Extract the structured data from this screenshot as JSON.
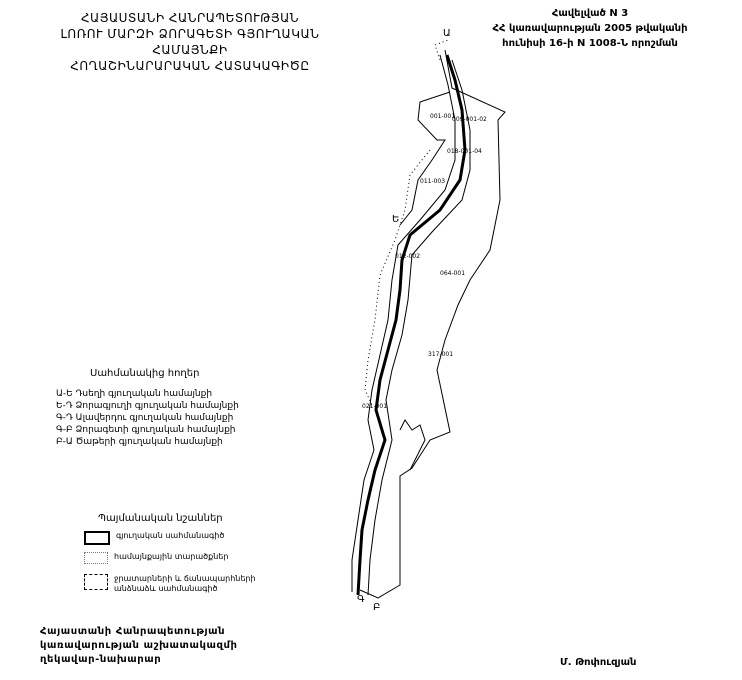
{
  "title": {
    "lines": [
      "ՀԱՅԱՍՏԱՆԻ ՀԱՆՐԱՊԵՏՈՒԹՅԱՆ",
      "ԼՈՌՈՒ ՄԱՐԶԻ ՁՈՐԱԳԵՏԻ ԳՅՈՒՂԱԿԱՆ ՀԱՄԱՅՆՔԻ",
      "ՀՈՂԱՇԻՆԱՐԱՐԱԿԱՆ ՀԱՏԱԿԱԳԻԾԸ"
    ]
  },
  "annex": {
    "lines": [
      "Հավելված N 3",
      "ՀՀ կառավարության 2005 թվականի",
      "հունիսի 16-ի N 1008-Ն որոշման"
    ]
  },
  "adjacent": {
    "title": "Սահմանակից հողեր",
    "items": [
      "Ա-Ե Դսեղի գյուղական համայնքի",
      "Ե-Դ Ձորագյուղի գյուղական համայնքի",
      "Գ-Դ Ալավերդու գյուղական համայնքի",
      "Գ-Բ Ձորագետի գյուղական համայնքի",
      "Բ-Ա Ծաթերի գյուղական համայնքի"
    ]
  },
  "legend": {
    "title": "Պայմանական նշաններ",
    "items": [
      "գյուղական սահմանագիծ",
      "համայնքային տարածքներ",
      "ջրատարների և ճանապարհների\nանձնաձև սահմանագիծ"
    ]
  },
  "map": {
    "points": {
      "a": "Ա",
      "e": "Ե",
      "g": "Գ",
      "b": "Բ"
    },
    "parcels": [
      "001-001",
      "011-003",
      "064-001",
      "317-001",
      "009-001-02",
      "018-001-04",
      "021-001",
      "012-002"
    ]
  },
  "signature": {
    "position_lines": [
      "Հայաստանի Հանրապետության",
      "կառավարության աշխատակազմի",
      "ղեկավար-նախարար"
    ],
    "name": "Մ. Թոփուզյան"
  }
}
